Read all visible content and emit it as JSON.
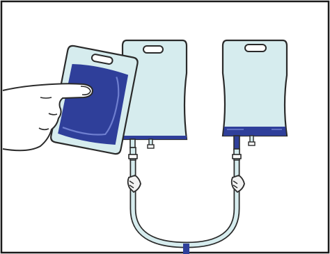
{
  "illustration": {
    "colors": {
      "frame": "#1a1a1a",
      "bag_fill": "#d6ecee",
      "bag_outline": "#2a2a2a",
      "fluid_blue": "#2f3f9a",
      "fluid_highlight": "#6f7fd0",
      "tube_fill": "#d6ecee",
      "clamp_fill": "#f2f2f2",
      "skin": "#ffffff"
    },
    "icons": {
      "hand": "pressing-finger-icon",
      "bag_full": "full-fluid-bag-icon",
      "bag_empty": "empty-bag-icon",
      "bag_drained": "drained-bag-icon",
      "clamp": "tube-clamp-icon",
      "tube": "connecting-tube-icon"
    },
    "bags": [
      {
        "id": "pressed",
        "fluid_level": 1.0,
        "state": "full"
      },
      {
        "id": "middle",
        "fluid_level": 0.0,
        "state": "empty"
      },
      {
        "id": "right",
        "fluid_level": 0.05,
        "state": "nearly-empty"
      }
    ]
  }
}
